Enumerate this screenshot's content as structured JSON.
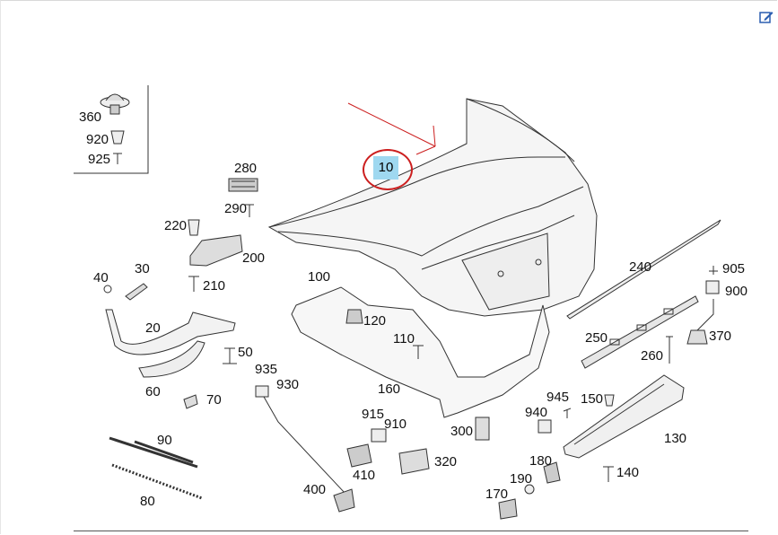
{
  "toolbar": {
    "edit_icon": "edit-icon"
  },
  "diagram": {
    "highlight": {
      "label": "10",
      "circle_color": "#cc1f1f",
      "fill_color": "#9fd8f0"
    },
    "arrow_color": "#cc1f1f",
    "callouts": [
      {
        "id": "360",
        "text": "360"
      },
      {
        "id": "920",
        "text": "920"
      },
      {
        "id": "925",
        "text": "925"
      },
      {
        "id": "280",
        "text": "280"
      },
      {
        "id": "290",
        "text": "290"
      },
      {
        "id": "220",
        "text": "220"
      },
      {
        "id": "200",
        "text": "200"
      },
      {
        "id": "210",
        "text": "210"
      },
      {
        "id": "40",
        "text": "40"
      },
      {
        "id": "30",
        "text": "30"
      },
      {
        "id": "20",
        "text": "20"
      },
      {
        "id": "100",
        "text": "100"
      },
      {
        "id": "120",
        "text": "120"
      },
      {
        "id": "110",
        "text": "110"
      },
      {
        "id": "50",
        "text": "50"
      },
      {
        "id": "935",
        "text": "935"
      },
      {
        "id": "930",
        "text": "930"
      },
      {
        "id": "60",
        "text": "60"
      },
      {
        "id": "70",
        "text": "70"
      },
      {
        "id": "160",
        "text": "160"
      },
      {
        "id": "90",
        "text": "90"
      },
      {
        "id": "80",
        "text": "80"
      },
      {
        "id": "915",
        "text": "915"
      },
      {
        "id": "910",
        "text": "910"
      },
      {
        "id": "410",
        "text": "410"
      },
      {
        "id": "320",
        "text": "320"
      },
      {
        "id": "400",
        "text": "400"
      },
      {
        "id": "300",
        "text": "300"
      },
      {
        "id": "945",
        "text": "945"
      },
      {
        "id": "940",
        "text": "940"
      },
      {
        "id": "150",
        "text": "150"
      },
      {
        "id": "180",
        "text": "180"
      },
      {
        "id": "190",
        "text": "190"
      },
      {
        "id": "170",
        "text": "170"
      },
      {
        "id": "130",
        "text": "130"
      },
      {
        "id": "140",
        "text": "140"
      },
      {
        "id": "240",
        "text": "240"
      },
      {
        "id": "905",
        "text": "905"
      },
      {
        "id": "900",
        "text": "900"
      },
      {
        "id": "250",
        "text": "250"
      },
      {
        "id": "370",
        "text": "370"
      },
      {
        "id": "260",
        "text": "260"
      }
    ]
  }
}
